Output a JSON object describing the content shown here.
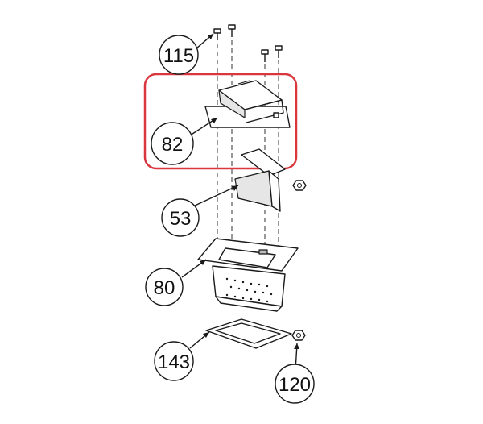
{
  "callouts": {
    "c115": "115",
    "c82": "82",
    "c53": "53",
    "c80": "80",
    "c143": "143",
    "c120": "120"
  },
  "highlight_color": "#d9363e",
  "icons": {
    "screw": "screw-icon",
    "nut": "nut-icon"
  }
}
